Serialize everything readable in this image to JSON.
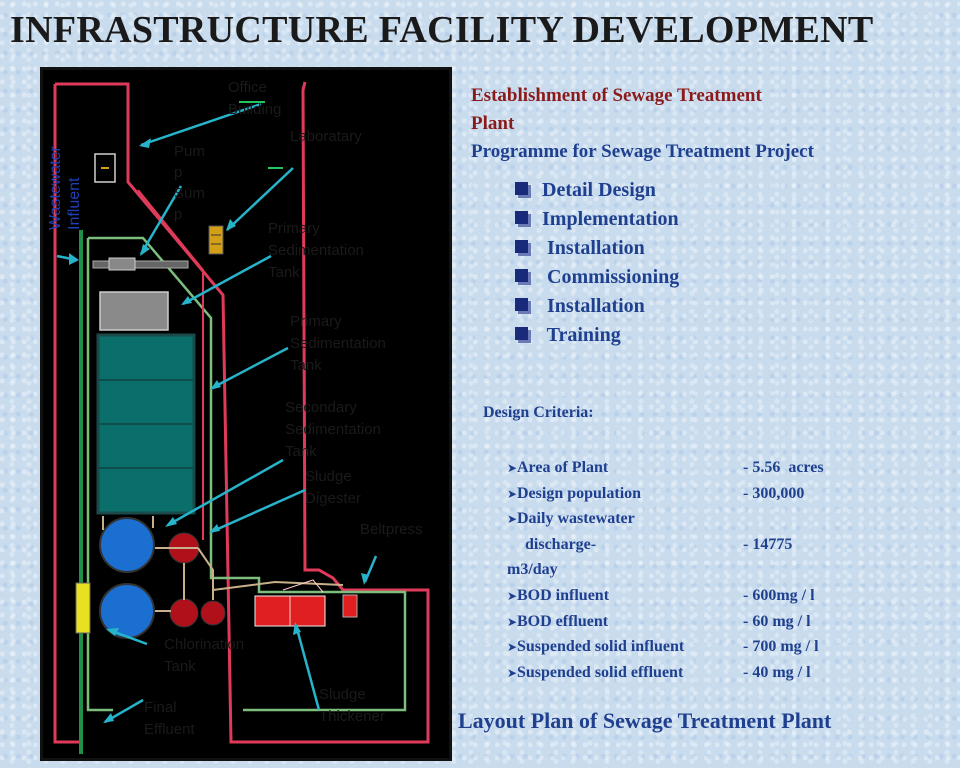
{
  "title": "INFRASTRUCTURE FACILITY DEVELOPMENT",
  "plan": {
    "labels": {
      "office_building": "Office\nBuilding",
      "laboratory": "Laboratary",
      "pump_sump": "Pum\np\nSum\np",
      "primary_sedimentation_1": "Primary\nSedimentation\nTank",
      "primary_sedimentation_2": "Primary\nSedimentation\nTank",
      "secondary_sedimentation": "Secondary\nSedimentation\nTank",
      "sludge_digester": "Sludge\nDigester",
      "beltpress": "Beltpress",
      "chlorination_tank": "Chlorination\nTank",
      "sludge_thickener": "Sludge\nThickener",
      "final_effluent": "Final\nEffluent",
      "wastewater_influent": "Wastewater\nInfluent"
    }
  },
  "establishment": {
    "line1": "Establishment of Sewage Treatment",
    "line2": "Plant",
    "programme": "Programme for Sewage Treatment Project"
  },
  "phases": [
    "Detail Design",
    "Implementation",
    " Installation",
    " Commissioning",
    " Installation",
    " Training"
  ],
  "design_criteria": {
    "title": "Design Criteria:",
    "items": [
      {
        "label": "Area of Plant",
        "value": "- 5.56  acres",
        "bullet": true
      },
      {
        "label": "Design population",
        "value": "- 300,000",
        "bullet": true
      },
      {
        "label": "Daily wastewater",
        "value": "",
        "bullet": true
      },
      {
        "label": "  discharge-",
        "value": "- 14775",
        "bullet": false
      },
      {
        "label": "m3/day",
        "value": "",
        "bullet": false,
        "outdent": true
      },
      {
        "label": "BOD influent",
        "value": "- 600mg / l",
        "bullet": true
      },
      {
        "label": "BOD effluent",
        "value": "- 60 mg / l",
        "bullet": true
      },
      {
        "label": "Suspended solid influent",
        "value": "- 700 mg / l",
        "bullet": true,
        "tight": true
      },
      {
        "label": "Suspended solid effluent",
        "value": "- 40 mg / l",
        "bullet": true
      }
    ]
  },
  "footer": "Layout Plan of Sewage Treatment Plant",
  "colors": {
    "heading_red": "#8b1a1a",
    "text_blue": "#1f3f8f",
    "arrow_teal": "#27b3c9",
    "pipe_red": "#c8102e",
    "road_green": "#7dbe7d",
    "tank_teal": "#0a6e6a",
    "digester_red": "#b0101a",
    "clarifier_blue": "#1a6fd0"
  }
}
